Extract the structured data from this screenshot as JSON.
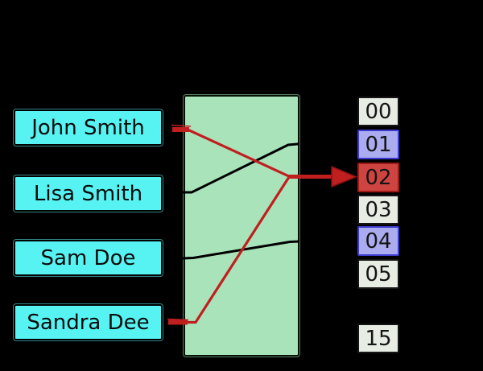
{
  "diagram": {
    "keys": [
      {
        "label": "John Smith"
      },
      {
        "label": "Lisa Smith"
      },
      {
        "label": "Sam Doe"
      },
      {
        "label": "Sandra Dee"
      }
    ],
    "buckets": [
      {
        "label": "00",
        "variant": "light"
      },
      {
        "label": "01",
        "variant": "blue"
      },
      {
        "label": "02",
        "variant": "red"
      },
      {
        "label": "03",
        "variant": "light"
      },
      {
        "label": "04",
        "variant": "blue"
      },
      {
        "label": "05",
        "variant": "light"
      },
      {
        "label": "15",
        "variant": "light"
      }
    ],
    "edges": [
      {
        "from": "John Smith",
        "to": "02",
        "color": "red"
      },
      {
        "from": "Lisa Smith",
        "to": "01",
        "color": "black"
      },
      {
        "from": "Sam Doe",
        "to": "04",
        "color": "black"
      },
      {
        "from": "Sandra Dee",
        "to": "02",
        "color": "red"
      }
    ],
    "collision_bucket": "02"
  },
  "colors": {
    "background": "#000000",
    "key-fill": "#57F3F3",
    "hash-fill": "#A9E3BA",
    "bucket-light-fill": "#E7EDE3",
    "bucket-blue-fill": "#ABABEF",
    "bucket-blue-border": "#3B3BCE",
    "bucket-red-fill": "#CE4441",
    "bucket-red-border": "#9E1A14",
    "line-red": "#C01F1F",
    "line-red-dark": "#8A1010",
    "line-black": "#000000"
  }
}
